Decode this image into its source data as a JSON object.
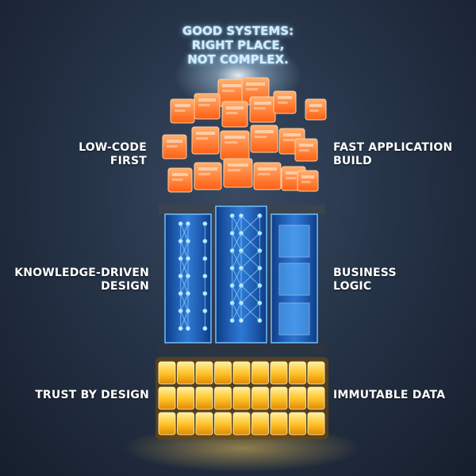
{
  "headline": [
    "GOOD SYSTEMS:",
    "RIGHT PLACE,",
    "NOT COMPLEX."
  ],
  "layers": {
    "top": {
      "left_label": [
        "LOW-CODE",
        "FIRST"
      ],
      "right_label": [
        "FAST APPLICATION",
        "BUILD"
      ],
      "color": "#ff7a2a"
    },
    "middle": {
      "left_label": [
        "KNOWLEDGE-DRIVEN",
        "DESIGN"
      ],
      "right_label": [
        "BUSINESS",
        "LOGIC"
      ],
      "color": "#3a9bff"
    },
    "bottom": {
      "left_label": [
        "TRUST BY DESIGN"
      ],
      "right_label": [
        "IMMUTABLE DATA"
      ],
      "color": "#ffc23a"
    }
  },
  "colors": {
    "background": "#263448",
    "headline_glow": "#cfeeff"
  }
}
